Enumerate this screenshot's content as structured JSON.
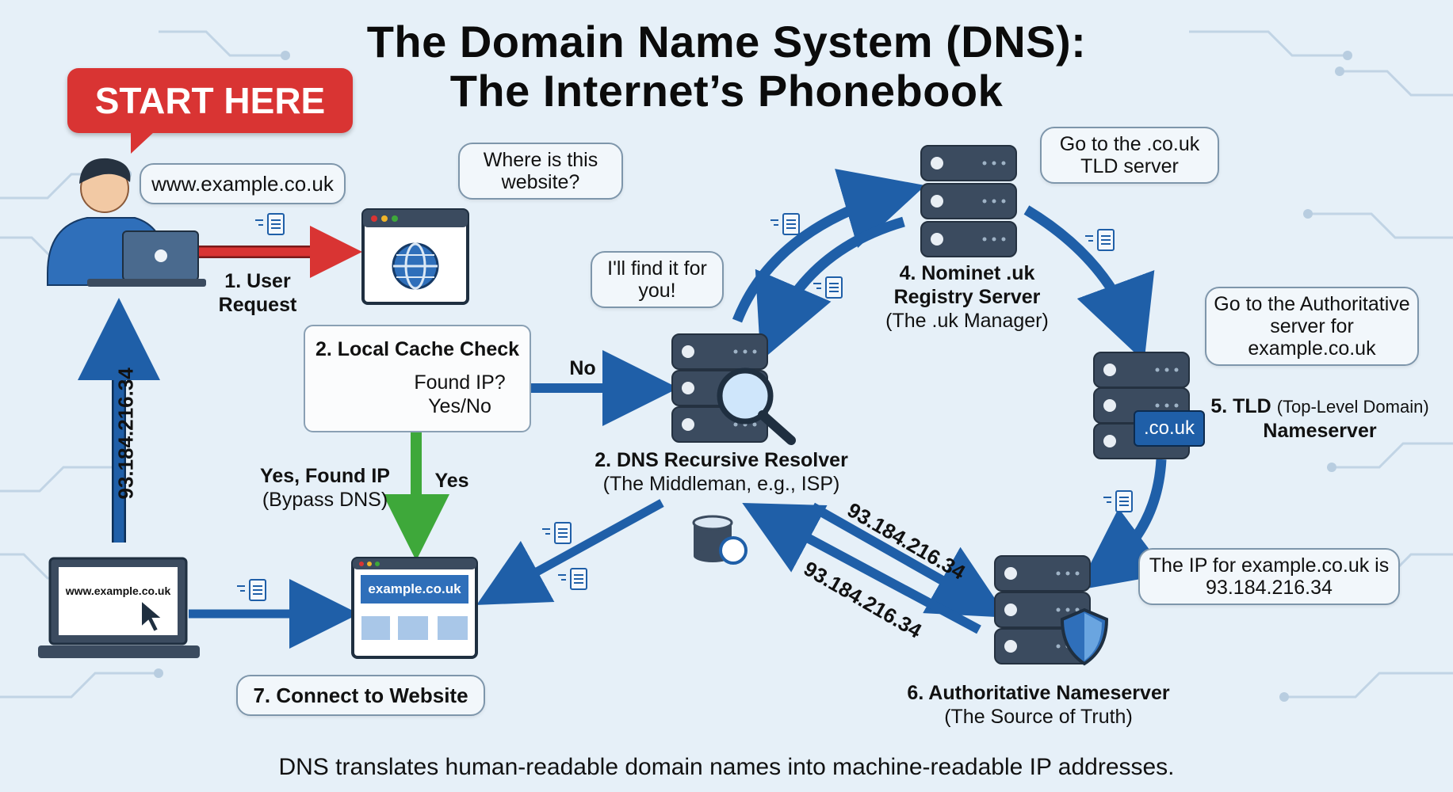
{
  "title": {
    "line1": "The Domain Name System (DNS):",
    "line2": "The Internet’s Phonebook"
  },
  "start_badge": "START HERE",
  "bubbles": {
    "user_domain": "www.example.co.uk",
    "where_is": "Where is this website?",
    "find_it": "I'll find it for you!",
    "go_tld": "Go to the .co.uk TLD server",
    "go_auth": "Go to the Authoritative server for example.co.uk",
    "ip_answer": "The IP for example.co.uk is 93.184.216.34"
  },
  "steps": {
    "user_request": "1. User Request",
    "cache_title": "2. Local Cache Check",
    "cache_question": "Found IP? Yes/No",
    "no_label": "No",
    "yes_label": "Yes",
    "yes_found": "Yes, Found IP",
    "bypass": "(Bypass DNS)",
    "resolver_title": "2. DNS Recursive Resolver",
    "resolver_sub": "(The Middleman, e.g., ISP)",
    "registry_title": "4. Nominet .uk Registry Server",
    "registry_sub": "(The .uk Manager)",
    "tld_title": "5. TLD",
    "tld_paren": "(Top-Level Domain)",
    "tld_name": "Nameserver",
    "tld_badge": ".co.uk",
    "auth_title": "6. Authoritative Nameserver",
    "auth_sub": "(The Source of Truth)",
    "connect": "7. Connect to Website"
  },
  "ip_labels": {
    "vertical": "93.184.216.34",
    "upper": "93.184.216.34",
    "lower": "93.184.216.34"
  },
  "laptop_screen": "www.example.co.uk",
  "website_header": "example.co.uk",
  "footer": "DNS translates human-readable domain names into machine-readable IP addresses.",
  "colors": {
    "background": "#e6f0f8",
    "flow_blue": "#1f5fa8",
    "arrow_red": "#d93433",
    "arrow_green": "#3ea83a",
    "server_dark": "#3b4b5f",
    "badge_blue": "#1f5fa8"
  },
  "icons": [
    "user-icon",
    "laptop-icon",
    "browser-globe-icon",
    "database-icon",
    "server-icon",
    "magnifier-icon",
    "shield-icon",
    "document-icon",
    "sync-icon",
    "cursor-icon"
  ]
}
